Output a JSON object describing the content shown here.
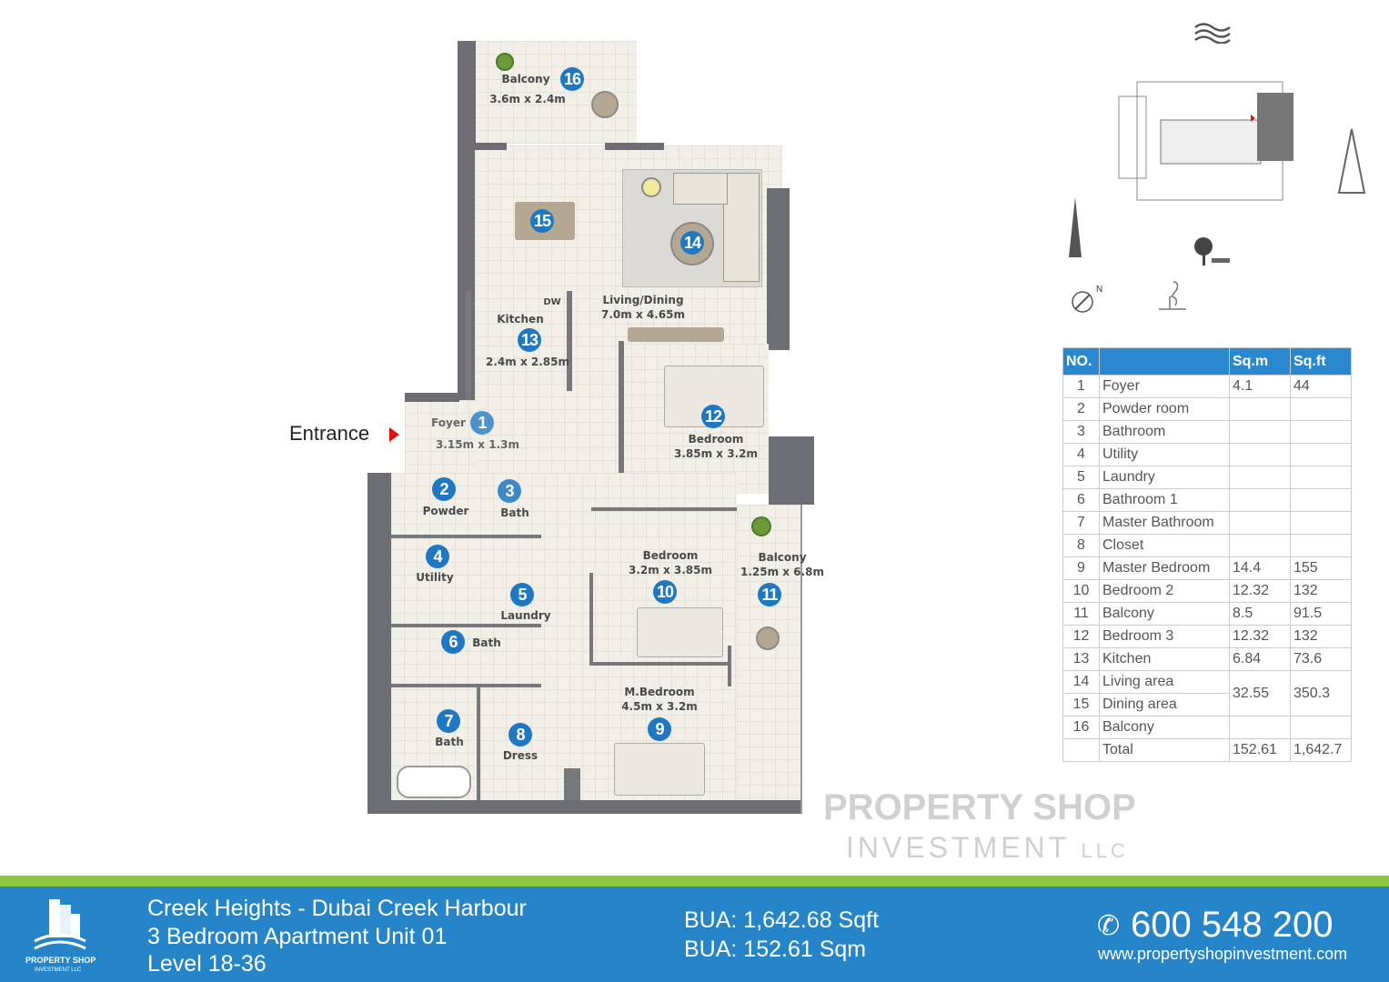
{
  "plan": {
    "entrance": "Entrance",
    "rooms": [
      {
        "no": "16",
        "name": "Balcony",
        "dim": "3.6m x 2.4m"
      },
      {
        "no": "15",
        "name": "",
        "dim": ""
      },
      {
        "no": "14",
        "name": "Living/Dining",
        "dim": "7.0m x 4.65m"
      },
      {
        "no": "13",
        "name": "Kitchen",
        "dim": "2.4m x 2.85m"
      },
      {
        "no": "1",
        "name": "Foyer",
        "dim": "3.15m x 1.3m"
      },
      {
        "no": "12",
        "name": "Bedroom",
        "dim": "3.85m x 3.2m"
      },
      {
        "no": "2",
        "name": "Powder",
        "dim": ""
      },
      {
        "no": "3",
        "name": "Bath",
        "dim": ""
      },
      {
        "no": "4",
        "name": "Utility",
        "dim": ""
      },
      {
        "no": "5",
        "name": "Laundry",
        "dim": ""
      },
      {
        "no": "10",
        "name": "Bedroom",
        "dim": "3.2m x 3.85m"
      },
      {
        "no": "11",
        "name": "Balcony",
        "dim": "1.25m x 6.8m"
      },
      {
        "no": "6",
        "name": "Bath",
        "dim": ""
      },
      {
        "no": "9",
        "name": "M.Bedroom",
        "dim": "4.5m x 3.2m"
      },
      {
        "no": "7",
        "name": "Bath",
        "dim": ""
      },
      {
        "no": "8",
        "name": "Dress",
        "dim": ""
      }
    ],
    "dw": "DW",
    "watermark": {
      "line1": "PROPERTY SHOP",
      "line2": "INVESTMENT",
      "llc": "LLC"
    }
  },
  "keyplan": {
    "north": "N"
  },
  "table": {
    "headers": [
      "NO.",
      "",
      "Sq.m",
      "Sq.ft"
    ],
    "rows": [
      [
        "1",
        "Foyer",
        "4.1",
        "44"
      ],
      [
        "2",
        "Powder room",
        "",
        ""
      ],
      [
        "3",
        "Bathroom",
        "",
        ""
      ],
      [
        "4",
        "Utility",
        "",
        ""
      ],
      [
        "5",
        "Laundry",
        "",
        ""
      ],
      [
        "6",
        "Bathroom 1",
        "",
        ""
      ],
      [
        "7",
        "Master Bathroom",
        "",
        ""
      ],
      [
        "8",
        "Closet",
        "",
        ""
      ],
      [
        "9",
        "Master Bedroom",
        "14.4",
        "155"
      ],
      [
        "10",
        "Bedroom 2",
        "12.32",
        "132"
      ],
      [
        "11",
        "Balcony",
        "8.5",
        "91.5"
      ],
      [
        "12",
        "Bedroom 3",
        "12.32",
        "132"
      ],
      [
        "13",
        "Kitchen",
        "6.84",
        "73.6"
      ]
    ],
    "merged": {
      "no1": "14",
      "name1": "Living area",
      "no2": "15",
      "name2": "Dining area",
      "sqm": "32.55",
      "sqft": "350.3"
    },
    "row16": [
      "16",
      "Balcony",
      "",
      ""
    ],
    "total": [
      "",
      "Total",
      "152.61",
      "1,642.7"
    ]
  },
  "footer": {
    "logo_line1": "PROPERTY SHOP",
    "logo_line2": "INVESTMENT LLC",
    "title": "Creek Heights - Dubai Creek Harbour",
    "subtitle": "3 Bedroom Apartment Unit 01",
    "level": "Level 18-36",
    "bua_sqft": "BUA: 1,642.68 Sqft",
    "bua_sqm": "BUA: 152.61 Sqm",
    "phone": "600 548 200",
    "website": "www.propertyshopinvestment.com",
    "colors": {
      "green": "#8dc63f",
      "blue": "#2585c8"
    }
  }
}
